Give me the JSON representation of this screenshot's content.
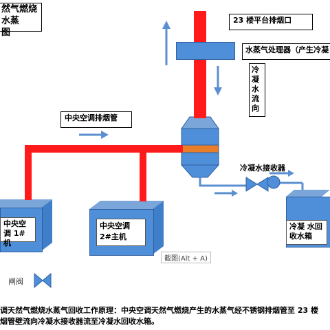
{
  "title": {
    "line1": "然气燃烧水蒸",
    "line2": "图"
  },
  "labels": {
    "exhaust": "23 楼平台排烟口",
    "processor": "水蒸气处理器（产生冷凝",
    "pipe": "中央空调排烟管",
    "condensate_flow": "冷凝水流向",
    "receiver": "冷凝水接收器",
    "tank": "冷凝 水回收水箱",
    "ac1": "中央空调 1#机",
    "ac2": "中央空调 2#主机",
    "valve": "闸阀"
  },
  "screenshot_tooltip": "截图(Alt + A)",
  "caption": {
    "line1": "调天然气燃烧水蒸气回收工作原理：中央空调天然气燃烧产生的水蒸气经不锈钢排烟管至 23 楼",
    "line2": "烟管壁流向冷凝水接收器流至冷凝水回收水箱。"
  },
  "colors": {
    "pipe": "#ff1b1b",
    "equipment": "#4f8fd9",
    "arrow": "#5b8fd0",
    "chimney_band": "#e87d2a"
  }
}
